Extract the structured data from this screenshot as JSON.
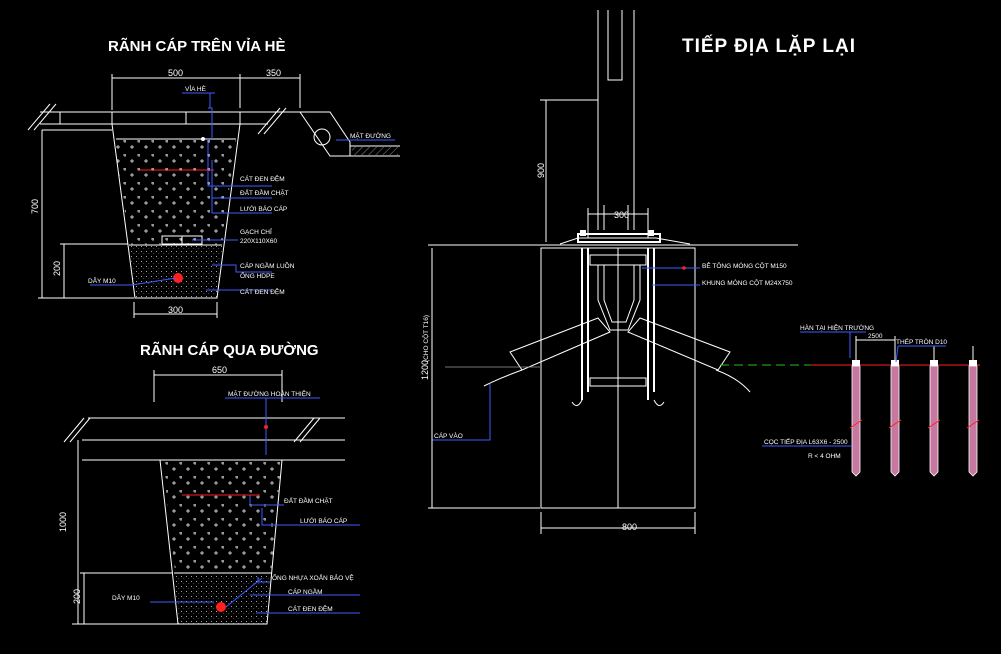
{
  "titles": {
    "sidewalk": "RÃNH CÁP TRÊN VỈA HÈ",
    "road": "RÃNH CÁP QUA ĐƯỜNG",
    "grounding": "TIẾP ĐỊA LẶP LẠI"
  },
  "sidewalk": {
    "dims": {
      "top_width": "500",
      "curb": "350",
      "depth": "700",
      "bottom_layer": "200",
      "bottom_width": "300"
    },
    "labels": {
      "via_he": "VỈA HÈ",
      "mat_duong": "MẶT ĐƯỜNG",
      "cat_den_dem_top": "CÁT ĐEN ĐỆM",
      "dat_dam_chat": "ĐẤT ĐẦM CHẶT",
      "luoi_bao_cap": "LƯỚI BÁO CÁP",
      "gach_chi": "GẠCH CHỈ",
      "gach_size": "220X110X60",
      "cap_ngam_luon": "CÁP NGẦM LUỒN",
      "ong_hdpe": "ỐNG HDPE",
      "cat_den_dem_bottom": "CÁT ĐEN ĐỆM",
      "day_m10": "DÂY M10"
    }
  },
  "road": {
    "dims": {
      "top_width": "650",
      "depth": "1000",
      "bottom_layer": "200"
    },
    "labels": {
      "mat_duong_hoan_thien": "MẶT ĐƯỜNG HOÀN THIỆN",
      "dat_dam_chat": "ĐẤT ĐẦM CHẶT",
      "luoi_bao_cap": "LƯỚI BÁO CÁP",
      "ong_nhua": "ỐNG NHỰA XOẮN BẢO VỆ",
      "cap_ngam": "CÁP NGẦM",
      "cat_den_dem": "CÁT ĐEN ĐỆM",
      "day_m10": "DÂY M10"
    }
  },
  "grounding": {
    "dims": {
      "pole_height": "900",
      "plate": "300",
      "depth": "1200",
      "depth_note": "(CHO CỘT T16)",
      "width": "800",
      "spacing": "2500"
    },
    "labels": {
      "be_tong": "BÊ TÔNG MÓNG CỘT M150",
      "khung_mong": "KHUNG MÓNG CỘT M24X750",
      "cap_vao": "CÁP VÀO",
      "han_tai_hien_truong": "HÀN TẠI HIỆN TRƯỜNG",
      "thep_tron": "THÉP TRÒN D10",
      "coc_tiep_dia": "CỌC TIẾP ĐỊA L63X6 - 2500",
      "r_value": "R < 4 OHM"
    }
  },
  "colors": {
    "background": "#000000",
    "line": "#ffffff",
    "leader": "#3b5bff",
    "marker": "#ff2020",
    "pole_fill": "#c678a0"
  }
}
